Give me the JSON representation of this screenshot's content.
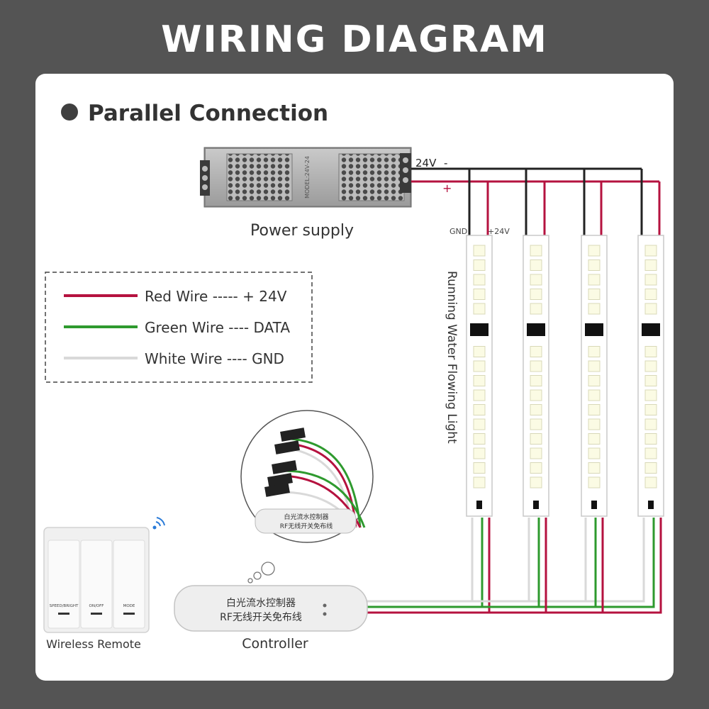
{
  "header": {
    "title": "WIRING DIAGRAM"
  },
  "section": {
    "heading": "Parallel Connection"
  },
  "power_supply": {
    "label": "Power supply",
    "voltage_label": "24V",
    "minus_label": "-",
    "plus_label": "+",
    "model_text": "MODEL:24V-24"
  },
  "strip": {
    "gnd_label": "GND",
    "v24_label": "+24V",
    "name": "Running Water Flowing Light"
  },
  "legend": {
    "items": [
      {
        "text": "Red Wire ----- + 24V",
        "color": "#b5123f"
      },
      {
        "text": "Green Wire ---- DATA",
        "color": "#2e9a2e"
      },
      {
        "text": "White Wire ---- GND",
        "color": "#d9d9d9"
      }
    ]
  },
  "controller": {
    "label": "Controller",
    "text_line1": "白光流水控制器",
    "text_line2": "RF无线开关免布线"
  },
  "remote": {
    "label": "Wireless Remote",
    "buttons": [
      "SPEED/BRIGHT",
      "ON/OFF",
      "MODE"
    ]
  },
  "colors": {
    "background": "#545454",
    "red_wire": "#b5123f",
    "green_wire": "#2e9a2e",
    "white_wire": "#d9d9d9",
    "black_wire": "#222222"
  }
}
